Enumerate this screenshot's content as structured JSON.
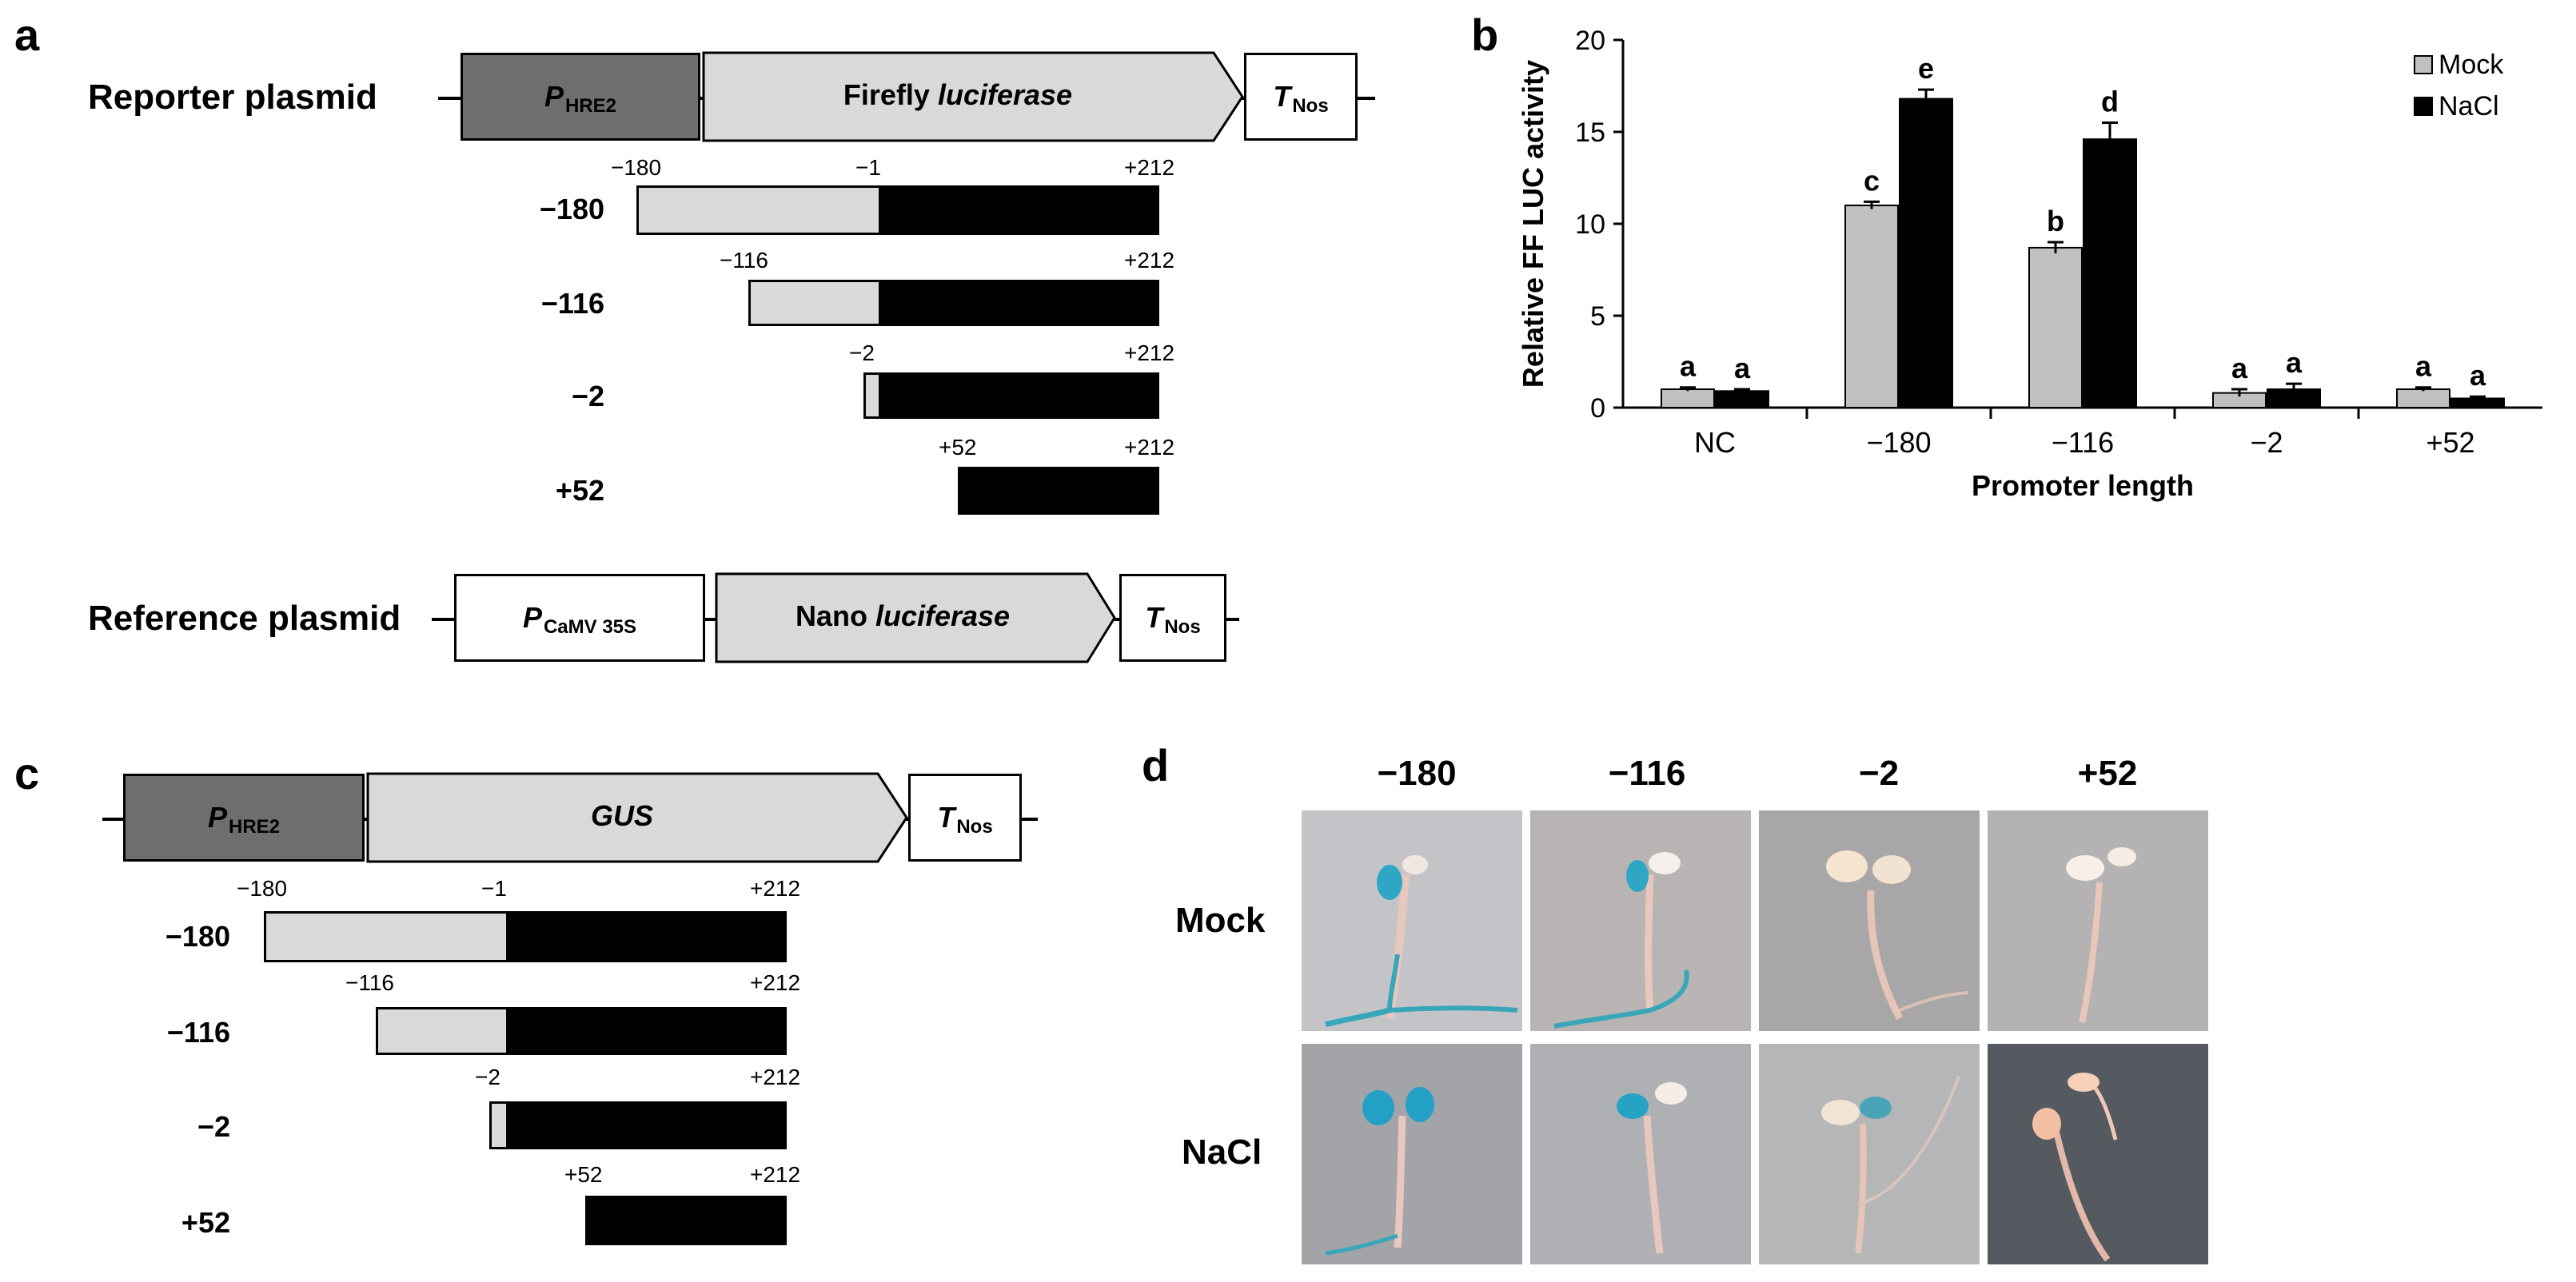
{
  "panels": {
    "a": "a",
    "b": "b",
    "c": "c",
    "d": "d"
  },
  "panel_a": {
    "reporter_label": "Reporter plasmid",
    "reference_label": "Reference plasmid",
    "p_hre2": {
      "main": "P",
      "sub": "HRE2"
    },
    "firefly": {
      "pre": "Firefly ",
      "ital": "luciferase"
    },
    "t_nos": {
      "main": "T",
      "sub": "Nos"
    },
    "p_camv": {
      "main": "P",
      "sub": "CaMV 35S"
    },
    "nano": {
      "pre": "Nano ",
      "ital": "luciferase"
    },
    "fragments": [
      {
        "label": "−180",
        "start": "−180",
        "mid": "−1",
        "end": "+212"
      },
      {
        "label": "−116",
        "start": "−116",
        "end": "+212"
      },
      {
        "label": "−2",
        "start": "−2",
        "end": "+212"
      },
      {
        "label": "+52",
        "start": "+52",
        "end": "+212"
      }
    ]
  },
  "panel_c": {
    "p_hre2": {
      "main": "P",
      "sub": "HRE2"
    },
    "gus": "GUS",
    "t_nos": {
      "main": "T",
      "sub": "Nos"
    },
    "fragments": [
      {
        "label": "−180",
        "start": "−180",
        "mid": "−1",
        "end": "+212"
      },
      {
        "label": "−116",
        "start": "−116",
        "end": "+212"
      },
      {
        "label": "−2",
        "start": "−2",
        "end": "+212"
      },
      {
        "label": "+52",
        "start": "+52",
        "end": "+212"
      }
    ]
  },
  "chart_data": {
    "type": "bar",
    "categories": [
      "NC",
      "−180",
      "−116",
      "−2",
      "+52"
    ],
    "series": [
      {
        "name": "Mock",
        "color": "#c0c0c0",
        "values": [
          1.0,
          11.0,
          8.7,
          0.8,
          1.0
        ],
        "errors": [
          0.1,
          0.2,
          0.3,
          0.2,
          0.1
        ],
        "letters": [
          "a",
          "c",
          "b",
          "a",
          "a"
        ]
      },
      {
        "name": "NaCl",
        "color": "#000000",
        "values": [
          0.9,
          16.8,
          14.6,
          1.0,
          0.5
        ],
        "errors": [
          0.1,
          0.5,
          0.9,
          0.3,
          0.1
        ],
        "letters": [
          "a",
          "e",
          "d",
          "a",
          "a"
        ]
      }
    ],
    "xlabel": "Promoter length",
    "ylabel": "Relative FF LUC activity",
    "ylim": [
      0,
      20
    ],
    "yticks": [
      "0",
      "5",
      "10",
      "15",
      "20"
    ],
    "legend_position": "top-right"
  },
  "panel_d": {
    "columns": [
      "−180",
      "−116",
      "−2",
      "+52"
    ],
    "rows": [
      "Mock",
      "NaCl"
    ]
  }
}
